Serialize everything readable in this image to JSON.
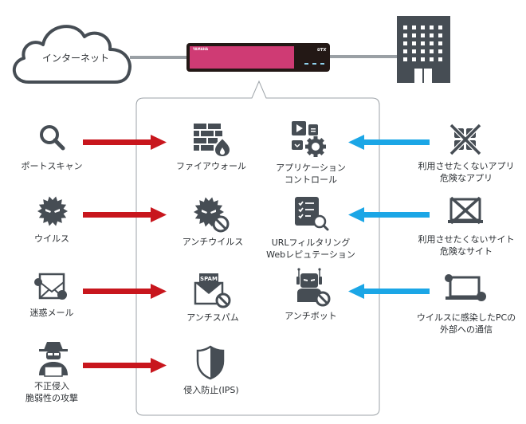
{
  "colors": {
    "icon": "#464d54",
    "threat_arrow": "#c8161d",
    "control_arrow": "#1ba6e6",
    "router_body": "#231815",
    "router_panel": "#cf3b74",
    "led": "#8fd3ee",
    "frame": "#9da3a8",
    "link": "#9aa0a5"
  },
  "top": {
    "cloud_label": "インターネット",
    "router_brand": "YAMAHA",
    "router_model": "UTX",
    "office_icon": "building-icon"
  },
  "inbound": [
    {
      "threat_icon": "search-icon",
      "threat_label": [
        "ポートスキャン"
      ],
      "feature_icon": "firewall-icon",
      "feature_label": [
        "ファイアウォール"
      ]
    },
    {
      "threat_icon": "virus-icon",
      "threat_label": [
        "ウイルス"
      ],
      "feature_icon": "antivirus-icon",
      "feature_label": [
        "アンチウイルス"
      ]
    },
    {
      "threat_icon": "spam-mail-icon",
      "threat_label": [
        "迷惑メール"
      ],
      "feature_icon": "antispam-icon",
      "feature_label": [
        "アンチスパム"
      ],
      "spam_text": "SPAM"
    },
    {
      "threat_icon": "hacker-icon",
      "threat_label": [
        "不正侵入",
        "脆弱性の攻撃"
      ],
      "feature_icon": "shield-icon",
      "feature_label": [
        "侵入防止(IPS)"
      ]
    }
  ],
  "outbound": [
    {
      "feature_icon": "app-control-icon",
      "feature_label": [
        "アプリケーション",
        "コントロール"
      ],
      "source_icon": "blocked-app-icon",
      "source_label": [
        "利用させたくないアプリ",
        "危険なアプリ"
      ]
    },
    {
      "feature_icon": "url-filter-icon",
      "feature_label": [
        "URLフィルタリング",
        "Webレピュテーション"
      ],
      "source_icon": "blocked-site-icon",
      "source_label": [
        "利用させたくないサイト",
        "危険なサイト"
      ]
    },
    {
      "feature_icon": "antibot-icon",
      "feature_label": [
        "アンチボット"
      ],
      "source_icon": "infected-pc-icon",
      "source_label": [
        "ウイルスに感染したPCの",
        "外部への通信"
      ]
    }
  ]
}
